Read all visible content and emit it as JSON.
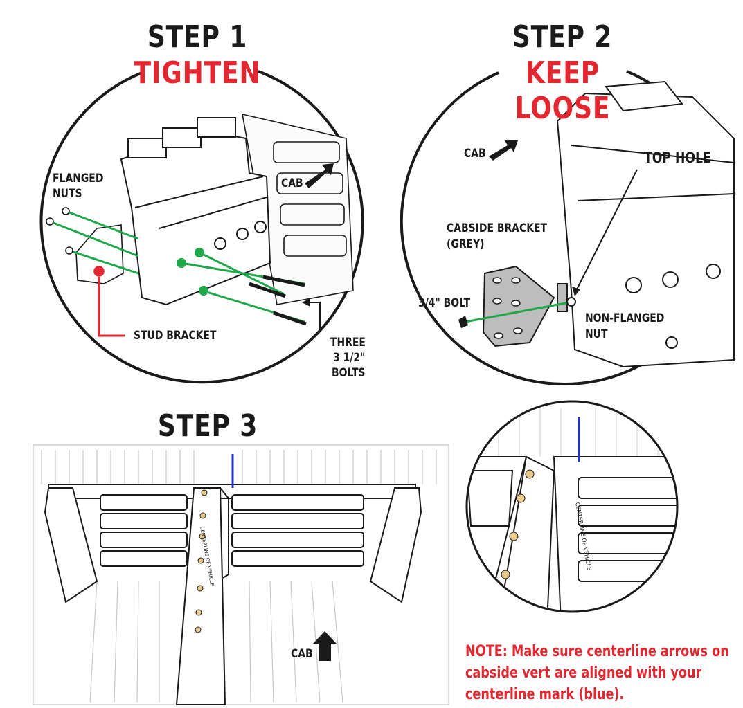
{
  "colors": {
    "ink": "#1a1a1a",
    "accent_red": "#e3262f",
    "bolt_green": "#1fa84a",
    "centerline_blue": "#2233cc",
    "bracket_grey": "#bdbdbd"
  },
  "step1": {
    "title": "STEP 1",
    "subtitle": "TIGHTEN",
    "labels": {
      "flanged_nuts_1": "FLANGED",
      "flanged_nuts_2": "NUTS",
      "cab": "CAB",
      "stud_bracket": "STUD BRACKET",
      "bolts_1": "THREE",
      "bolts_2": "3 1/2\"",
      "bolts_3": "BOLTS"
    }
  },
  "step2": {
    "title": "STEP 2",
    "subtitle": "KEEP LOOSE",
    "labels": {
      "cab": "CAB",
      "top_hole": "TOP HOLE",
      "cabside_bracket_1": "CABSIDE BRACKET",
      "cabside_bracket_2": "(GREY)",
      "bolt": "3/4\" BOLT",
      "nut_1": "NON-FLANGED",
      "nut_2": "NUT"
    }
  },
  "step3": {
    "title": "STEP 3",
    "cab": "CAB",
    "centerline_text": "CENTERLINE OF VEHICLE"
  },
  "note": {
    "prefix": "NOTE:",
    "line1": "Make sure centerline arrows on",
    "line2": "cabside vert are aligned with your",
    "line3": "centerline mark (blue)."
  },
  "icons": [
    "arrow-icon",
    "bolt-icon",
    "nut-icon"
  ]
}
